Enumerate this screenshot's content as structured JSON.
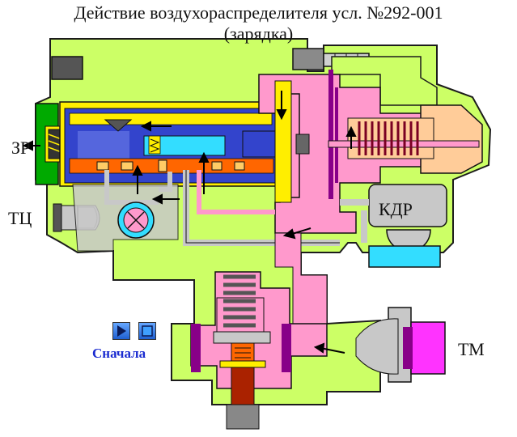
{
  "title": {
    "line1": "Действие воздухораспределителя усл. №292-001",
    "line2": "(зарядка)"
  },
  "labels": {
    "zr": "ЗР",
    "tc": "ТЦ",
    "kdr": "КДР",
    "tm": "ТМ"
  },
  "controls": {
    "start_label": "Сначала",
    "play_icon": "play-icon",
    "stop_icon": "stop-icon"
  },
  "colors": {
    "body": "#ccff66",
    "pink": "#ff99cc",
    "blue": "#3344cc",
    "yellow": "#ffee00",
    "orange": "#ff6600",
    "cyan": "#33ddff",
    "magenta": "#ff33ff",
    "purple": "#880088",
    "grey": "#c8c8c8",
    "dark_green": "#00aa00"
  }
}
